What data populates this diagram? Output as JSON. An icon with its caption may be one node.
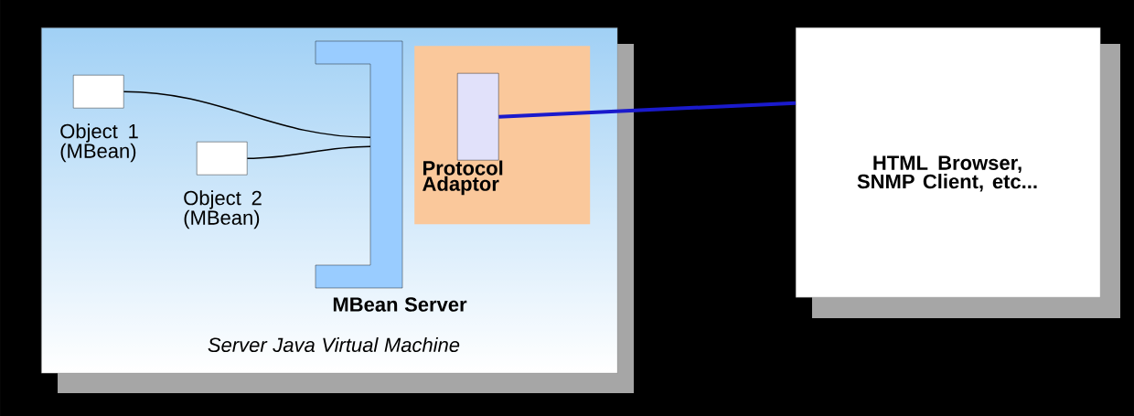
{
  "diagram": {
    "nodes": [
      {
        "text": [
          "Server Java Virtual Machine"
        ]
      },
      {
        "text": [
          "MBean Server"
        ],
        "in": 0
      },
      {
        "text": [
          "Object 1 (MBean)"
        ],
        "in": 0
      },
      {
        "text": [
          "Object 2 (MBean)"
        ],
        "in": 0
      },
      {
        "text": [
          "Protocol Adaptor"
        ],
        "in": 0
      },
      {
        "text": [],
        "shape": "box",
        "in": 4
      },
      {
        "text": [
          "HTML Browser, SNMP Client, etc..."
        ]
      }
    ],
    "edges": [
      {
        "from": 2,
        "to": 1,
        "arrow": "none"
      },
      {
        "from": 3,
        "to": 1,
        "arrow": "none"
      },
      {
        "from": 5,
        "to": 6,
        "arrow": "none",
        "style": "thick",
        "color": "#1a1acc"
      }
    ]
  }
}
